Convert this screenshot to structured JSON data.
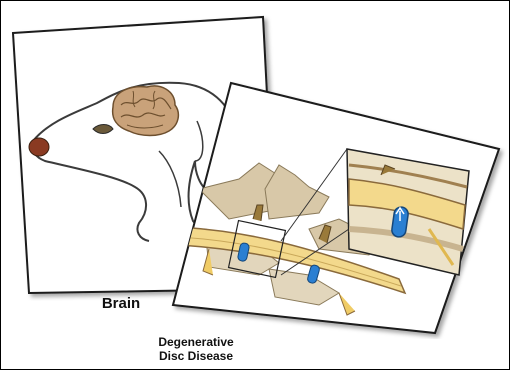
{
  "labels": {
    "brain": "Brain",
    "disc_line1": "Degenerative",
    "disc_line2": "Disc Disease"
  },
  "colors": {
    "card_border": "#1a1a1a",
    "brain_fill": "#c9a27a",
    "spine_yellow": "#f3d98c",
    "spine_brown": "#8a6a3c",
    "disc_blue": "#2a7fd2",
    "bone_tan": "#d8c8a8"
  },
  "icons": {
    "brain_card": "dog-head-brain-illustration",
    "disc_card": "spine-disc-illustration"
  }
}
